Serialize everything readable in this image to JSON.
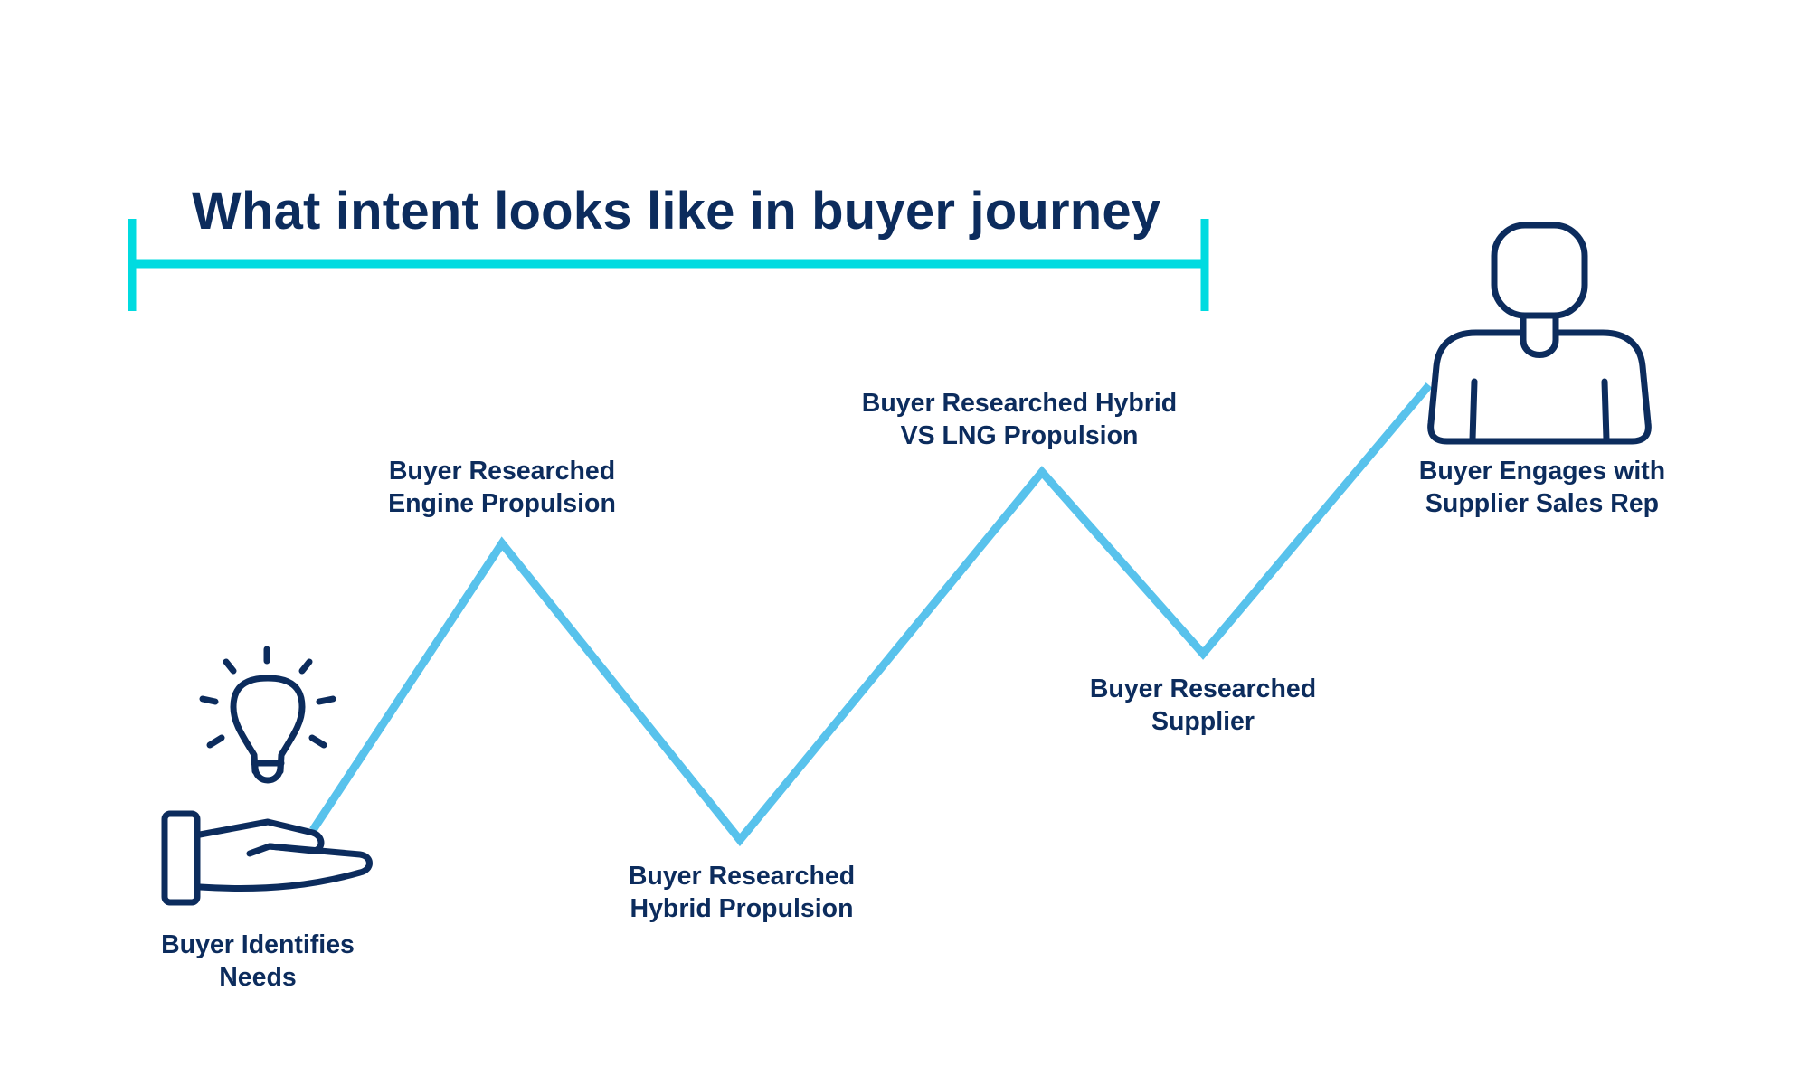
{
  "title": "What intent looks like in buyer journey",
  "colors": {
    "accent_bracket": "#00dbe0",
    "journey_line": "#58c2ec",
    "text": "#0c2c5d",
    "icon_stroke": "#0c2c5d"
  },
  "icons": {
    "start": "lightbulb-hand-icon",
    "end": "person-icon"
  },
  "steps": [
    {
      "line1": "Buyer Identifies",
      "line2": "Needs"
    },
    {
      "line1": "Buyer Researched",
      "line2": "Engine Propulsion"
    },
    {
      "line1": "Buyer Researched",
      "line2": "Hybrid Propulsion"
    },
    {
      "line1": "Buyer Researched Hybrid",
      "line2": "VS LNG Propulsion"
    },
    {
      "line1": "Buyer Researched",
      "line2": "Supplier"
    },
    {
      "line1": "Buyer Engages with",
      "line2": "Supplier Sales Rep"
    }
  ]
}
